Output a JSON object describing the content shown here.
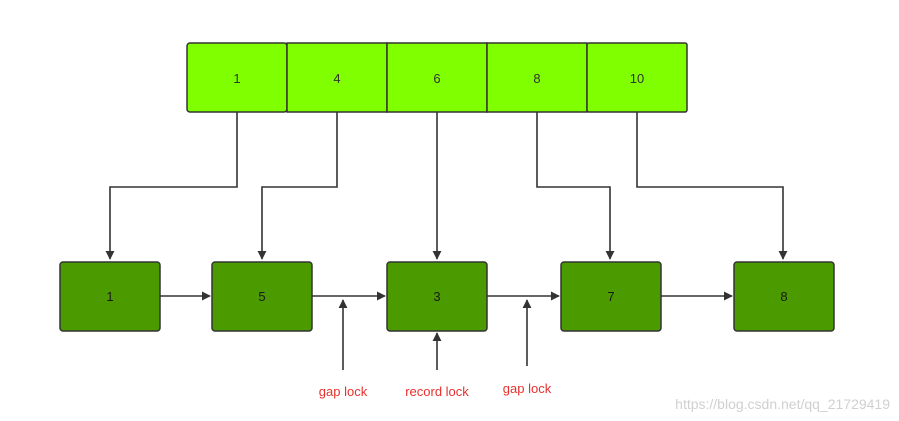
{
  "colors": {
    "index_fill": "#7fff00",
    "record_fill": "#4a9a00",
    "stroke": "#333333",
    "lock_label": "#e8312f",
    "watermark": "#cccccc"
  },
  "index_keys": [
    "1",
    "4",
    "6",
    "8",
    "10"
  ],
  "records": [
    "1",
    "5",
    "3",
    "7",
    "8"
  ],
  "lock_labels": {
    "gap_lock_left": "gap lock",
    "record_lock": "record lock",
    "gap_lock_right": "gap lock"
  },
  "watermark": "https://blog.csdn.net/qq_21729419"
}
